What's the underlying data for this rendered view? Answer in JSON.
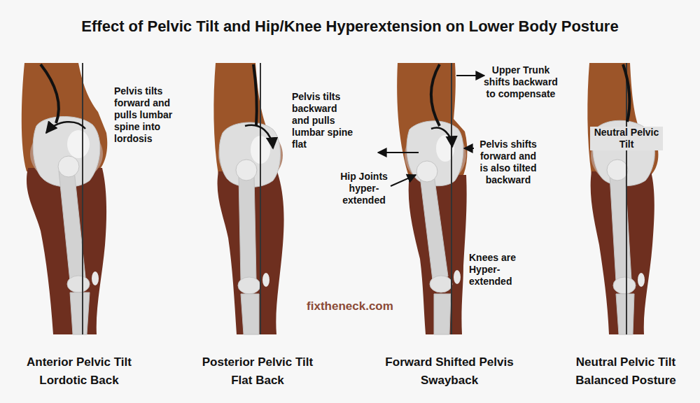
{
  "diagram": {
    "title": "Effect of Pelvic Tilt and Hip/Knee Hyperextension on Lower Body Posture",
    "labels": [
      "Pelvis tilts forward and pulls lumbar spine into lordosis",
      "Pelvis tilts backward and pulls lumbar spine flat",
      "Upper Trunk shifts backward to compensate",
      "Pelvis shifts forward and is also tilted backward",
      "Hip Joints hyper- extended",
      "Knees are Hyper- extended",
      "Neutral Pelvic Tilt",
      "fixtheneck.com",
      "Anterior Pelvic Tilt",
      "Lordotic Back",
      "Posterior Pelvic Tilt",
      "Flat Back",
      "Forward Shifted Pelvis",
      "Swayback",
      "Neutral Pelvic Tilt",
      "Balanced Posture"
    ]
  }
}
